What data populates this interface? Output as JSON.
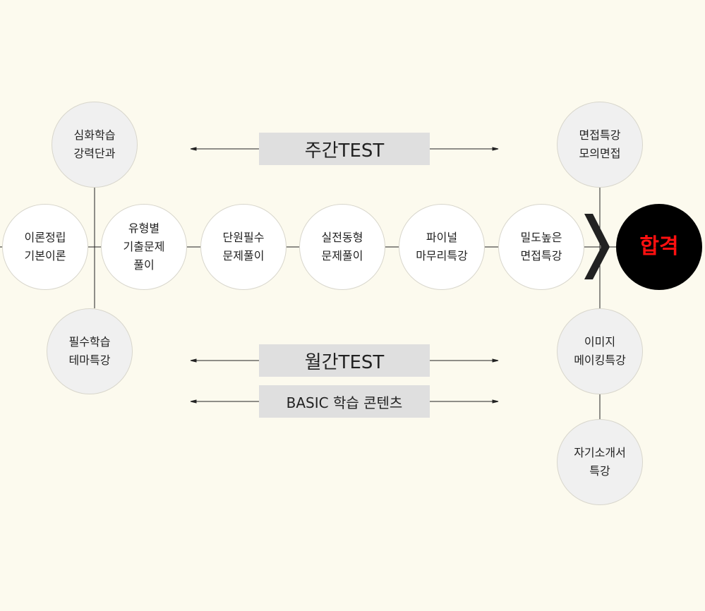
{
  "main_row": [
    {
      "label": "이론정립\n기본이론"
    },
    {
      "label": "유형별\n기출문제\n풀이"
    },
    {
      "label": "단원필수\n문제풀이"
    },
    {
      "label": "실전동형\n문제풀이"
    },
    {
      "label": "파이널\n마무리특강"
    },
    {
      "label": "밀도높은\n면접특강"
    }
  ],
  "goal": "합격",
  "branches": {
    "left_top": "심화학습\n강력단과",
    "left_bottom": "필수학습\n테마특강",
    "right_top": "면접특강\n모의면접",
    "right_mid": "이미지\n메이킹특강",
    "right_bottom": "자기소개서\n특강"
  },
  "bars": {
    "weekly": "주간TEST",
    "monthly": "월간TEST",
    "basic": "BASIC 학습 콘텐츠"
  },
  "colors": {
    "background": "#fcfaee",
    "goal_text": "#ff1010"
  }
}
